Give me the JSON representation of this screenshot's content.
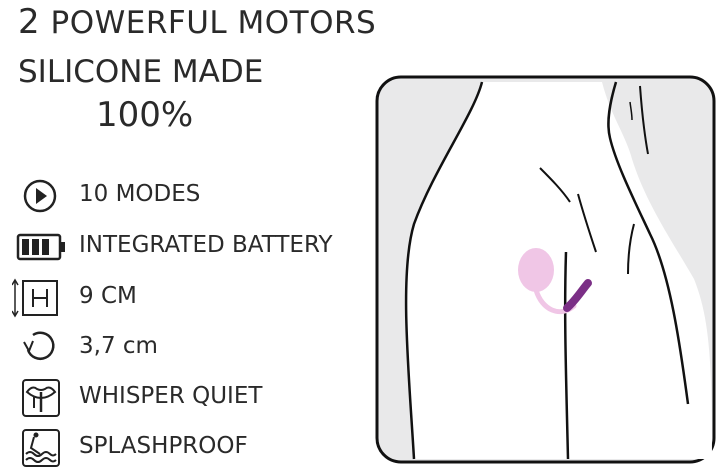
{
  "headline": {
    "number": "2",
    "text": "POWERFUL MOTORS"
  },
  "material": {
    "line1": "SILICONE MADE",
    "line2": "100%"
  },
  "features": [
    {
      "icon": "play-circle-icon",
      "label": "10 MODES"
    },
    {
      "icon": "battery-icon",
      "label": "INTEGRATED BATTERY"
    },
    {
      "icon": "height-icon",
      "label": "9 CM"
    },
    {
      "icon": "diameter-rotate-icon",
      "label": "3,7 cm"
    },
    {
      "icon": "whisper-lips-icon",
      "label": "WHISPER QUIET"
    },
    {
      "icon": "water-splash-icon",
      "label": "SPLASHPROOF"
    }
  ],
  "colors": {
    "device_pink": "#f0c6e6",
    "device_purple": "#7b2f86",
    "panel_bg": "#e9e9ea"
  }
}
